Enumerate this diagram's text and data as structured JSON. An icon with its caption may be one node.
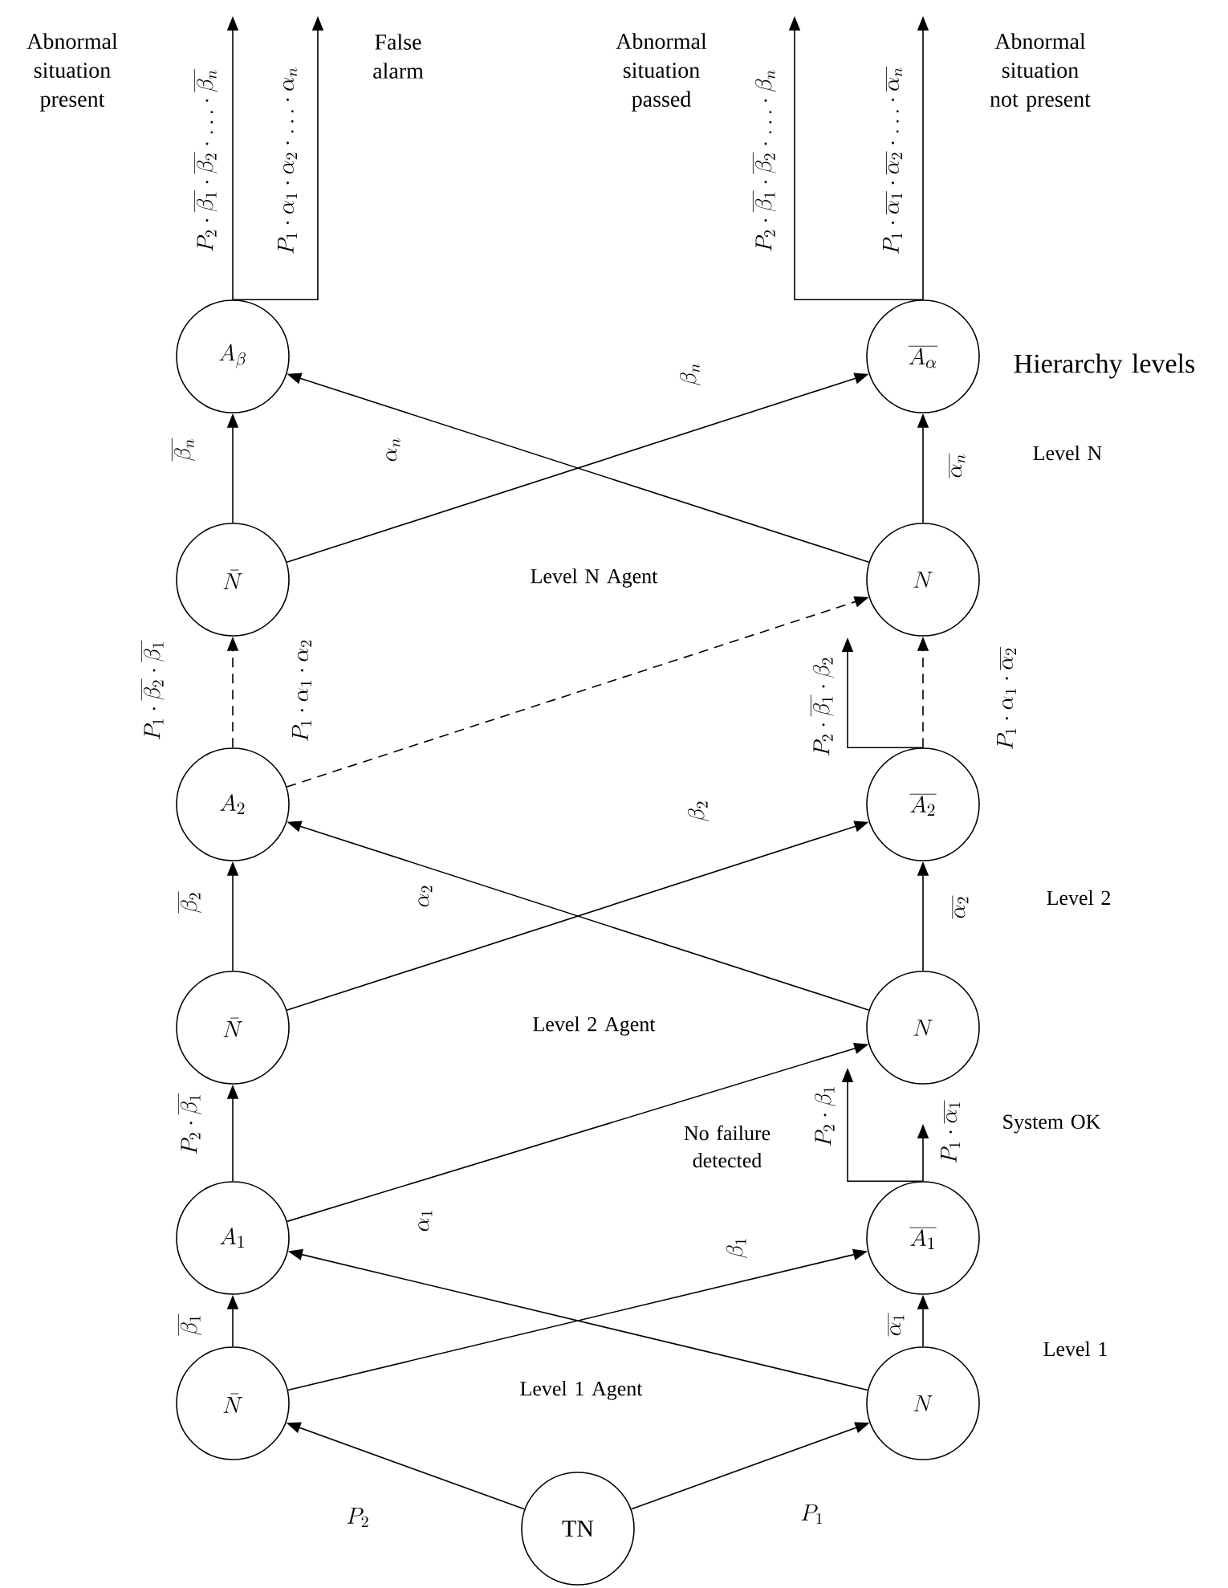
{
  "diagram": {
    "nodes": [
      {
        "text": [
          "A_{\\beta}"
        ]
      },
      {
        "text": [
          "\\overline{A_{\\alpha}}"
        ]
      },
      {
        "text": [
          "\\bar{N}"
        ]
      },
      {
        "text": [
          "N"
        ]
      },
      {
        "text": [
          "A_2"
        ]
      },
      {
        "text": [
          "\\overline{A_2}"
        ]
      },
      {
        "text": [
          "\\bar{N}"
        ]
      },
      {
        "text": [
          "N"
        ]
      },
      {
        "text": [
          "A_1"
        ]
      },
      {
        "text": [
          "\\overline{A_1}"
        ]
      },
      {
        "text": [
          "\\bar{N}"
        ]
      },
      {
        "text": [
          "N"
        ]
      },
      {
        "text": [
          "TN"
        ]
      }
    ],
    "edges": [
      {
        "from": 12,
        "to": 10,
        "arrow": "to",
        "label": "P_2"
      },
      {
        "from": 12,
        "to": 11,
        "arrow": "to",
        "label": "P_1"
      },
      {
        "from": 10,
        "to": 8,
        "arrow": "to",
        "label": "\\overline{\\beta_1}"
      },
      {
        "from": 10,
        "to": 9,
        "arrow": "to",
        "label": "\\beta_1"
      },
      {
        "from": 11,
        "to": 8,
        "arrow": "to",
        "label": "\\alpha_1"
      },
      {
        "from": 11,
        "to": 9,
        "arrow": "to",
        "label": "\\overline{\\alpha_1}"
      },
      {
        "from": 8,
        "to": 6,
        "arrow": "to",
        "label": "P_2\\cdot\\overline{\\beta_1}"
      },
      {
        "from": 8,
        "to": 7,
        "arrow": "to"
      },
      {
        "from": 9,
        "to": null,
        "arrow": "to",
        "label": "P_2\\cdot\\beta_1"
      },
      {
        "from": 9,
        "to": null,
        "arrow": "to",
        "label": "P_1\\cdot\\overline{\\alpha_1}"
      },
      {
        "from": 6,
        "to": 4,
        "arrow": "to",
        "label": "\\overline{\\beta_2}"
      },
      {
        "from": 6,
        "to": 5,
        "arrow": "to",
        "label": "\\beta_2"
      },
      {
        "from": 7,
        "to": 4,
        "arrow": "to",
        "label": "\\alpha_2"
      },
      {
        "from": 7,
        "to": 5,
        "arrow": "to",
        "label": "\\overline{\\alpha_2}"
      },
      {
        "from": 4,
        "to": 2,
        "arrow": "to",
        "style": "dashed",
        "label": "P_1\\cdot\\overline{\\beta_2}\\cdot\\overline{\\beta_1}"
      },
      {
        "from": 4,
        "to": 3,
        "arrow": "to",
        "style": "dashed",
        "label": "P_1\\cdot\\alpha_1\\cdot\\alpha_2"
      },
      {
        "from": 5,
        "to": null,
        "arrow": "to",
        "label": "P_2\\cdot\\overline{\\beta_1}\\cdot\\beta_2"
      },
      {
        "from": 5,
        "to": 3,
        "arrow": "to",
        "style": "dashed",
        "label": "P_1\\cdot\\alpha_1\\cdot\\overline{\\alpha_2}"
      },
      {
        "from": 2,
        "to": 0,
        "arrow": "to",
        "label": "\\overline{\\beta_n}"
      },
      {
        "from": 2,
        "to": 1,
        "arrow": "to",
        "label": "\\beta_n"
      },
      {
        "from": 3,
        "to": 0,
        "arrow": "to",
        "label": "\\alpha_n"
      },
      {
        "from": 3,
        "to": 1,
        "arrow": "to",
        "label": "\\overline{\\alpha_n}"
      },
      {
        "from": 0,
        "to": null,
        "arrow": "to",
        "label": "P_2\\cdot\\overline{\\beta_1}\\cdot\\overline{\\beta_2}\\cdot\\ldots\\cdot\\overline{\\beta_n}"
      },
      {
        "from": 0,
        "to": null,
        "arrow": "to",
        "label": "P_1\\cdot\\alpha_1\\cdot\\alpha_2\\cdot\\ldots\\cdot\\alpha_n"
      },
      {
        "from": 1,
        "to": null,
        "arrow": "to",
        "label": "P_2\\cdot\\overline{\\beta_1}\\cdot\\overline{\\beta_2}\\cdot\\ldots\\cdot\\beta_n"
      },
      {
        "from": 1,
        "to": null,
        "arrow": "to",
        "label": "P_1\\cdot\\overline{\\alpha_1}\\cdot\\overline{\\alpha_2}\\cdot\\ldots\\cdot\\overline{\\alpha_n}"
      }
    ],
    "labels": [
      "Abnormal situation present",
      "False alarm",
      "Abnormal situation passed",
      "Abnormal situation not present",
      "Hierarchy levels",
      "Level N",
      "Level N Agent",
      "Level 2",
      "Level 2 Agent",
      "No failure detected",
      "System OK",
      "Level 1",
      "Level 1 Agent"
    ]
  }
}
